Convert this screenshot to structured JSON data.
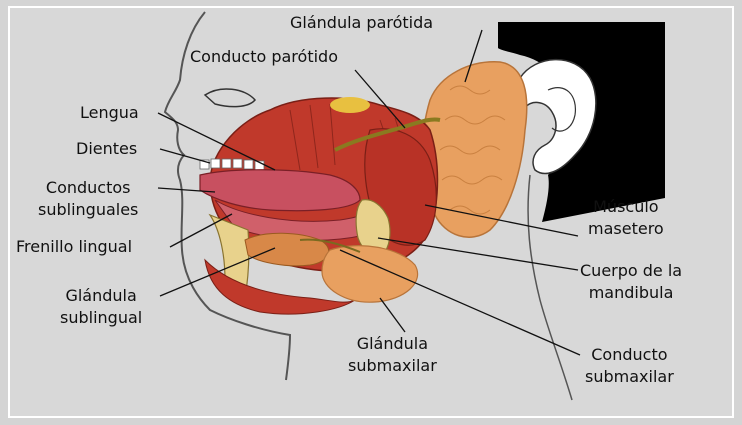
{
  "labels": {
    "glandula_parotida": "Glándula parótida",
    "conducto_parotido": "Conducto parótido",
    "lengua": "Lengua",
    "dientes": "Dientes",
    "conductos_sublinguales_1": "Conductos",
    "conductos_sublinguales_2": "sublinguales",
    "frenillo_lingual": "Frenillo lingual",
    "glandula_sublingual_1": "Glándula",
    "glandula_sublingual_2": "sublingual",
    "glandula_submaxilar_1": "Glándula",
    "glandula_submaxilar_2": "submaxilar",
    "musculo_masetero_1": "Músculo",
    "musculo_masetero_2": "masetero",
    "cuerpo_mandibula_1": "Cuerpo de la",
    "cuerpo_mandibula_2": "mandibula",
    "conducto_submaxilar_1": "Conducto",
    "conducto_submaxilar_2": "submaxilar"
  },
  "colors": {
    "background": "#d4d4d4",
    "muscle": "#c0392b",
    "gland": "#e8a060",
    "bone": "#e8d28c",
    "hair": "#000000",
    "outline": "#333333"
  }
}
